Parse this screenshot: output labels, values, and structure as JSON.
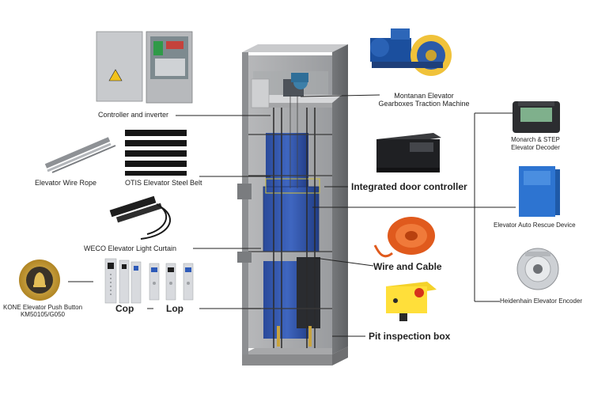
{
  "labels": {
    "controller": "Controller and  inverter",
    "machine_line1": "Montanan Elevator",
    "machine_line2": "Gearboxes Traction Machine",
    "decoder_line1": "Monarch & STEP",
    "decoder_line2": "Elevator Decoder",
    "wire_rope": "Elevator Wire Rope",
    "steel_belt": "OTIS Elevator Steel Belt",
    "door_controller": "Integrated door controller",
    "rescue_device": "Elevator Auto Rescue Device",
    "light_curtain": "WECO Elevator Light Curtain",
    "wire_cable": "Wire and Cable",
    "push_button_line1": "KONE Elevator Push Button",
    "push_button_line2": "KM50105/G050",
    "cop": "Cop",
    "lop": "Lop",
    "encoder": "Heidenhain  Elevator Encoder",
    "pit_box": "Pit inspection box"
  },
  "colors": {
    "shaft": "#8e9093",
    "car_blue": "#2d4d9c",
    "cable_orange": "#e0561c",
    "leader": "#222222"
  }
}
